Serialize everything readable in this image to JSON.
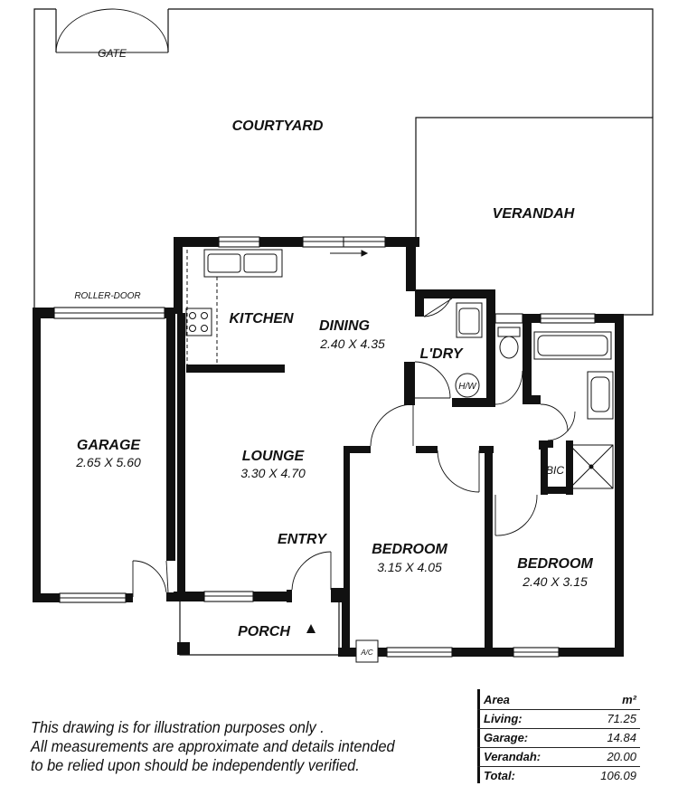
{
  "rooms": {
    "courtyard": "COURTYARD",
    "gate": "GATE",
    "verandah": "VERANDAH",
    "roller_door": "ROLLER-DOOR",
    "kitchen": "KITCHEN",
    "dining": "DINING",
    "dining_dim": "2.40 X  4.35",
    "laundry": "L'DRY",
    "hw": "H/W",
    "garage": "GARAGE",
    "garage_dim": "2.65 X 5.60",
    "lounge": "LOUNGE",
    "lounge_dim": "3.30 X 4.70",
    "entry": "ENTRY",
    "bedroom1": "BEDROOM",
    "bedroom1_dim": "3.15 X 4.05",
    "bedroom2": "BEDROOM",
    "bedroom2_dim": "2.40 X 3.15",
    "bic": "BIC",
    "porch": "PORCH",
    "ac": "A/C"
  },
  "disclaimer": [
    "This drawing is for illustration purposes only .",
    "All measurements are approximate and details intended",
    "to be relied upon should be independently verified."
  ],
  "area_table": {
    "header_label": "Area",
    "header_unit": "m²",
    "rows": [
      {
        "label": "Living:",
        "value": "71.25"
      },
      {
        "label": "Garage:",
        "value": "14.84"
      },
      {
        "label": "Verandah:",
        "value": "20.00"
      },
      {
        "label": "Total:",
        "value": "106.09"
      }
    ]
  }
}
